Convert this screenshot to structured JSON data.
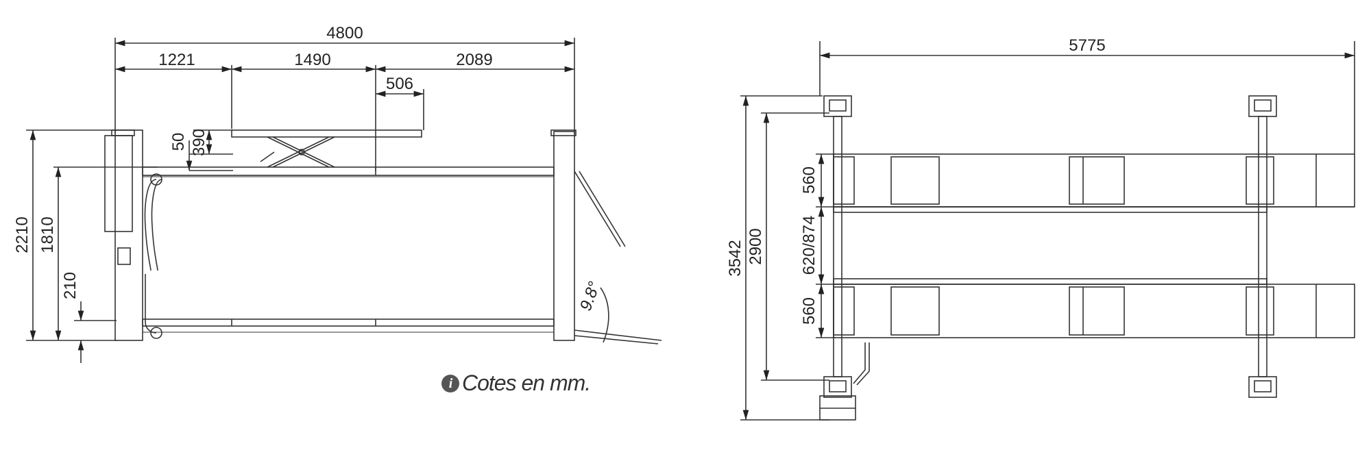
{
  "side_view": {
    "overall_length": "4800",
    "segment_front": "1221",
    "segment_middle": "1490",
    "segment_rear": "2089",
    "jack_offset": "506",
    "overall_height": "2210",
    "platform_height": "1810",
    "min_height": "210",
    "jack_stroke_a": "50",
    "jack_stroke_b": "390",
    "ramp_angle": "9.8°"
  },
  "top_view": {
    "overall_length": "5775",
    "overall_width": "3542",
    "post_spacing": "2900",
    "runway_width_top": "560",
    "runway_gap": "620/874",
    "runway_width_bottom": "560"
  },
  "note": {
    "icon": "info-icon",
    "text": "Cotes en mm."
  },
  "colors": {
    "line": "#333333",
    "dim_line": "#222222"
  }
}
